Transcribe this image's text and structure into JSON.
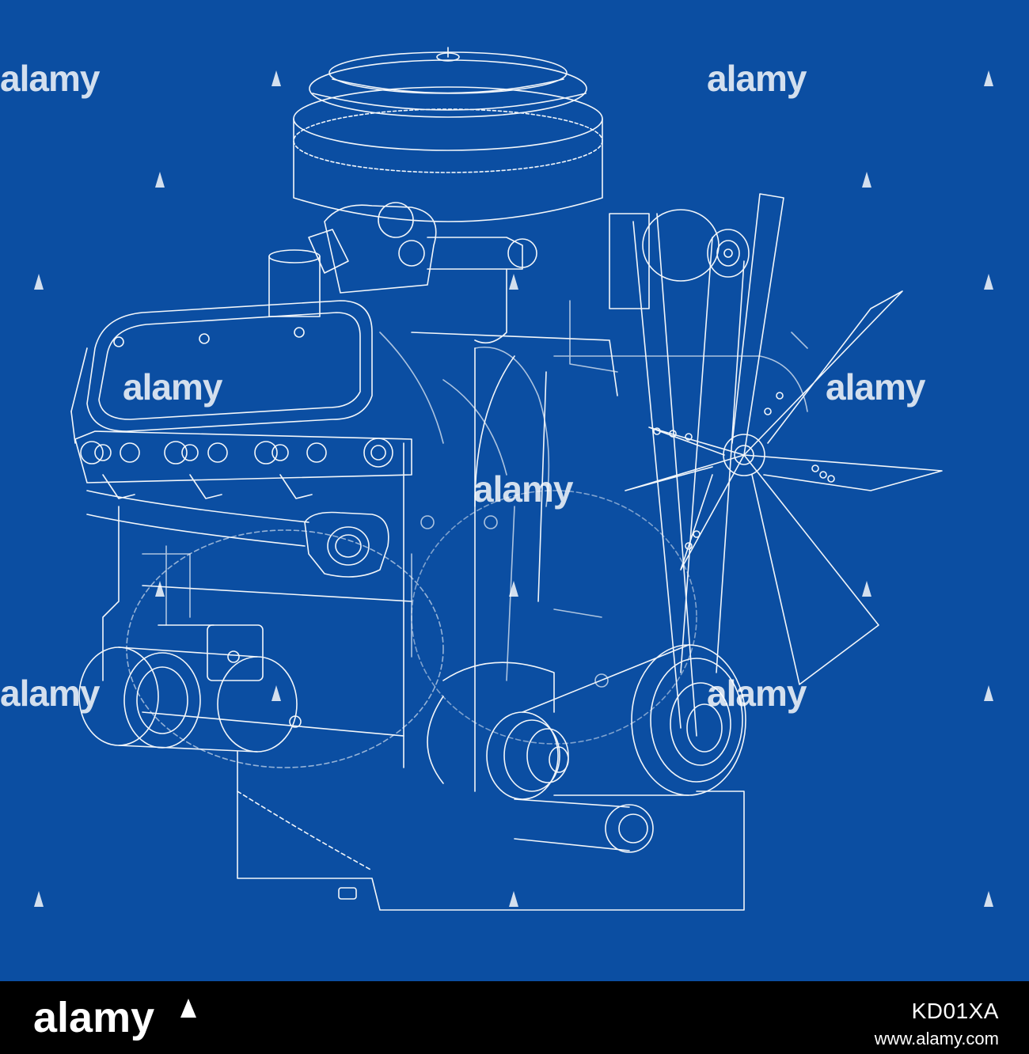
{
  "image": {
    "subject": "engine wireframe blueprint",
    "background_color": "#0b4ea2",
    "line_color": "#ffffff"
  },
  "watermark": {
    "text": "alamy",
    "icon": "alamy-a-icon"
  },
  "footer": {
    "logo_text": "alamy",
    "image_id": "KD01XA",
    "url": "www.alamy.com"
  }
}
